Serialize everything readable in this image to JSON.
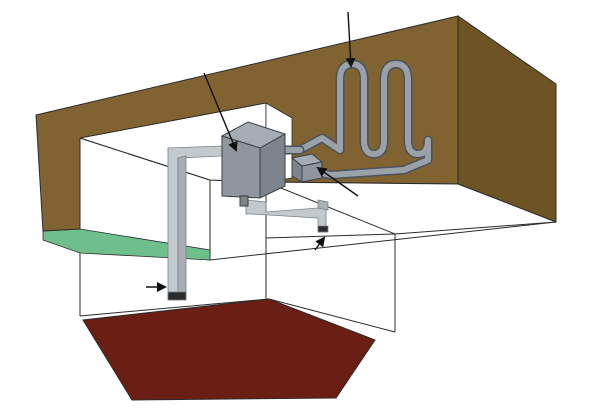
{
  "diagram": {
    "parts": {
      "ceiling_slab": {
        "label": "",
        "color": "#7a5f2a"
      },
      "ceiling_slab_front": {
        "color": "#806331"
      },
      "ceiling_slab_side": {
        "color": "#6e5424"
      },
      "green_strip": {
        "color": "#6fbf8c"
      },
      "floor": {
        "color": "#6b1f14"
      },
      "indoor_unit": {
        "color": "#8f969d"
      },
      "compressor_box": {
        "color": "#8f969d"
      },
      "coil_tubing": {
        "color": "#9aa1a8"
      },
      "ducts": {
        "color": "#c4c9ce"
      },
      "wireframe": {
        "color": "#2b2b2b"
      }
    },
    "pointer_arrows": [
      {
        "target": "coil-tubing"
      },
      {
        "target": "indoor-unit"
      },
      {
        "target": "compressor-box"
      },
      {
        "target": "left-duct-outlet"
      },
      {
        "target": "right-duct-outlet"
      }
    ]
  }
}
